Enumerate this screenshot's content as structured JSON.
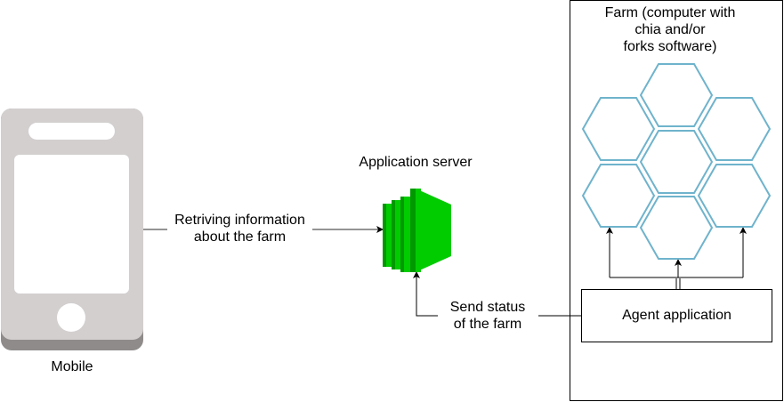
{
  "diagram": {
    "nodes": {
      "mobile": {
        "label": "Mobile",
        "icon": "mobile-phone-icon"
      },
      "server": {
        "label": "Application server",
        "icon": "server-instance-icon",
        "color": "#00CC00"
      },
      "farm": {
        "label_lines": [
          "Farm (computer with",
          "chia and/or",
          "forks software)"
        ],
        "icon": "hexagon-cluster-icon",
        "hex_count": 7,
        "hex_color": "#6FB3CC"
      },
      "agent": {
        "label": "Agent application"
      }
    },
    "edges": {
      "mobile_to_server": {
        "label_lines": [
          "Retriving information",
          "about the farm"
        ]
      },
      "agent_to_server": {
        "label_lines": [
          "Send status",
          "of the farm"
        ]
      },
      "agent_to_hexes": {
        "label": ""
      }
    }
  }
}
